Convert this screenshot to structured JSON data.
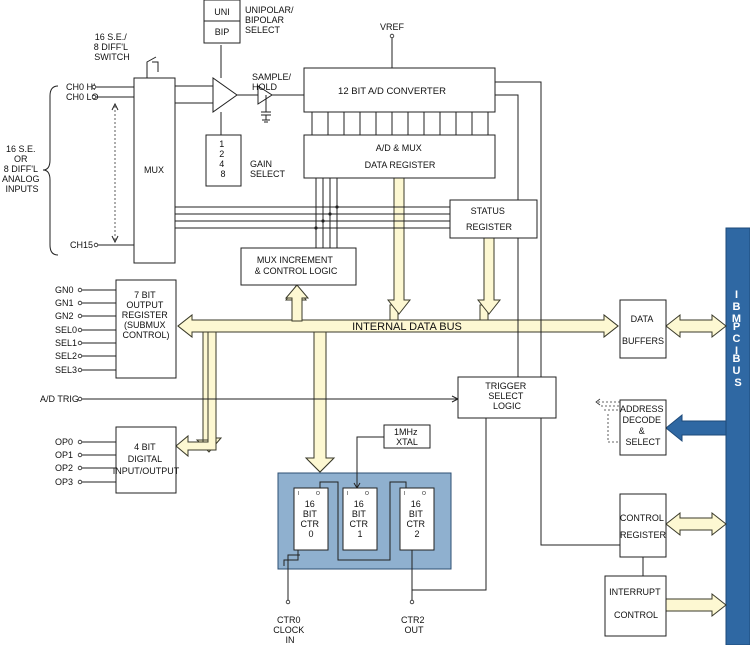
{
  "labels": {
    "uni": "UNI",
    "bip": "BIP",
    "unipolar_select": [
      "UNIPOLAR/",
      "BIPOLAR",
      "SELECT"
    ],
    "switch": [
      "16 S.E./",
      "8 DIFF'L",
      "SWITCH"
    ],
    "vref": "VREF",
    "sample_hold": [
      "SAMPLE/",
      "HOLD"
    ],
    "adc": "12 BIT A/D CONVERTER",
    "ch0_hi": "CH0 HI",
    "ch0_lo": "CH0 LO",
    "ch15": "CH15",
    "analog_inputs": [
      "16 S.E.",
      "OR",
      "8 DIFF'L",
      "ANALOG",
      "INPUTS"
    ],
    "mux": "MUX",
    "gain_values": [
      "1",
      "2",
      "4",
      "8"
    ],
    "gain_select": [
      "GAIN",
      "SELECT"
    ],
    "data_register": [
      "A/D & MUX",
      "DATA REGISTER"
    ],
    "status_register": [
      "STATUS",
      "REGISTER"
    ],
    "mux_increment": [
      "MUX INCREMENT",
      "& CONTROL LOGIC"
    ],
    "output_register": [
      "7 BIT",
      "OUTPUT",
      "REGISTER",
      "(SUBMUX",
      "CONTROL)"
    ],
    "output_pins": [
      "GN0",
      "GN1",
      "GN2",
      "SEL0",
      "SEL1",
      "SEL2",
      "SEL3"
    ],
    "internal_bus": "INTERNAL DATA BUS",
    "data_buffers": [
      "DATA",
      "BUFFERS"
    ],
    "pci_bus": [
      "I",
      "B",
      "M",
      "",
      "P",
      "C",
      "I",
      "",
      "B",
      "U",
      "S"
    ],
    "ad_trig": "A/D TRIG",
    "trigger_logic": [
      "TRIGGER",
      "SELECT",
      "LOGIC"
    ],
    "address_decode": [
      "ADDRESS",
      "DECODE",
      "&",
      "SELECT"
    ],
    "dio": [
      "4 BIT",
      "DIGITAL",
      "INPUT/OUTPUT"
    ],
    "dio_pins": [
      "OP0",
      "OP1",
      "OP2",
      "OP3"
    ],
    "xtal": [
      "1MHz",
      "XTAL"
    ],
    "counters": [
      [
        "16",
        "BIT",
        "CTR",
        "0"
      ],
      [
        "16",
        "BIT",
        "CTR",
        "1"
      ],
      [
        "16",
        "BIT",
        "CTR",
        "2"
      ]
    ],
    "ctr_pin_marks": [
      "I",
      "O"
    ],
    "control_register": [
      "CONTROL",
      "REGISTER"
    ],
    "interrupt_control": [
      "INTERRUPT",
      "CONTROL"
    ],
    "ctr0_clock": [
      "CTR0",
      "CLOCK",
      "IN"
    ],
    "ctr2_out": [
      "CTR2",
      "OUT"
    ]
  }
}
